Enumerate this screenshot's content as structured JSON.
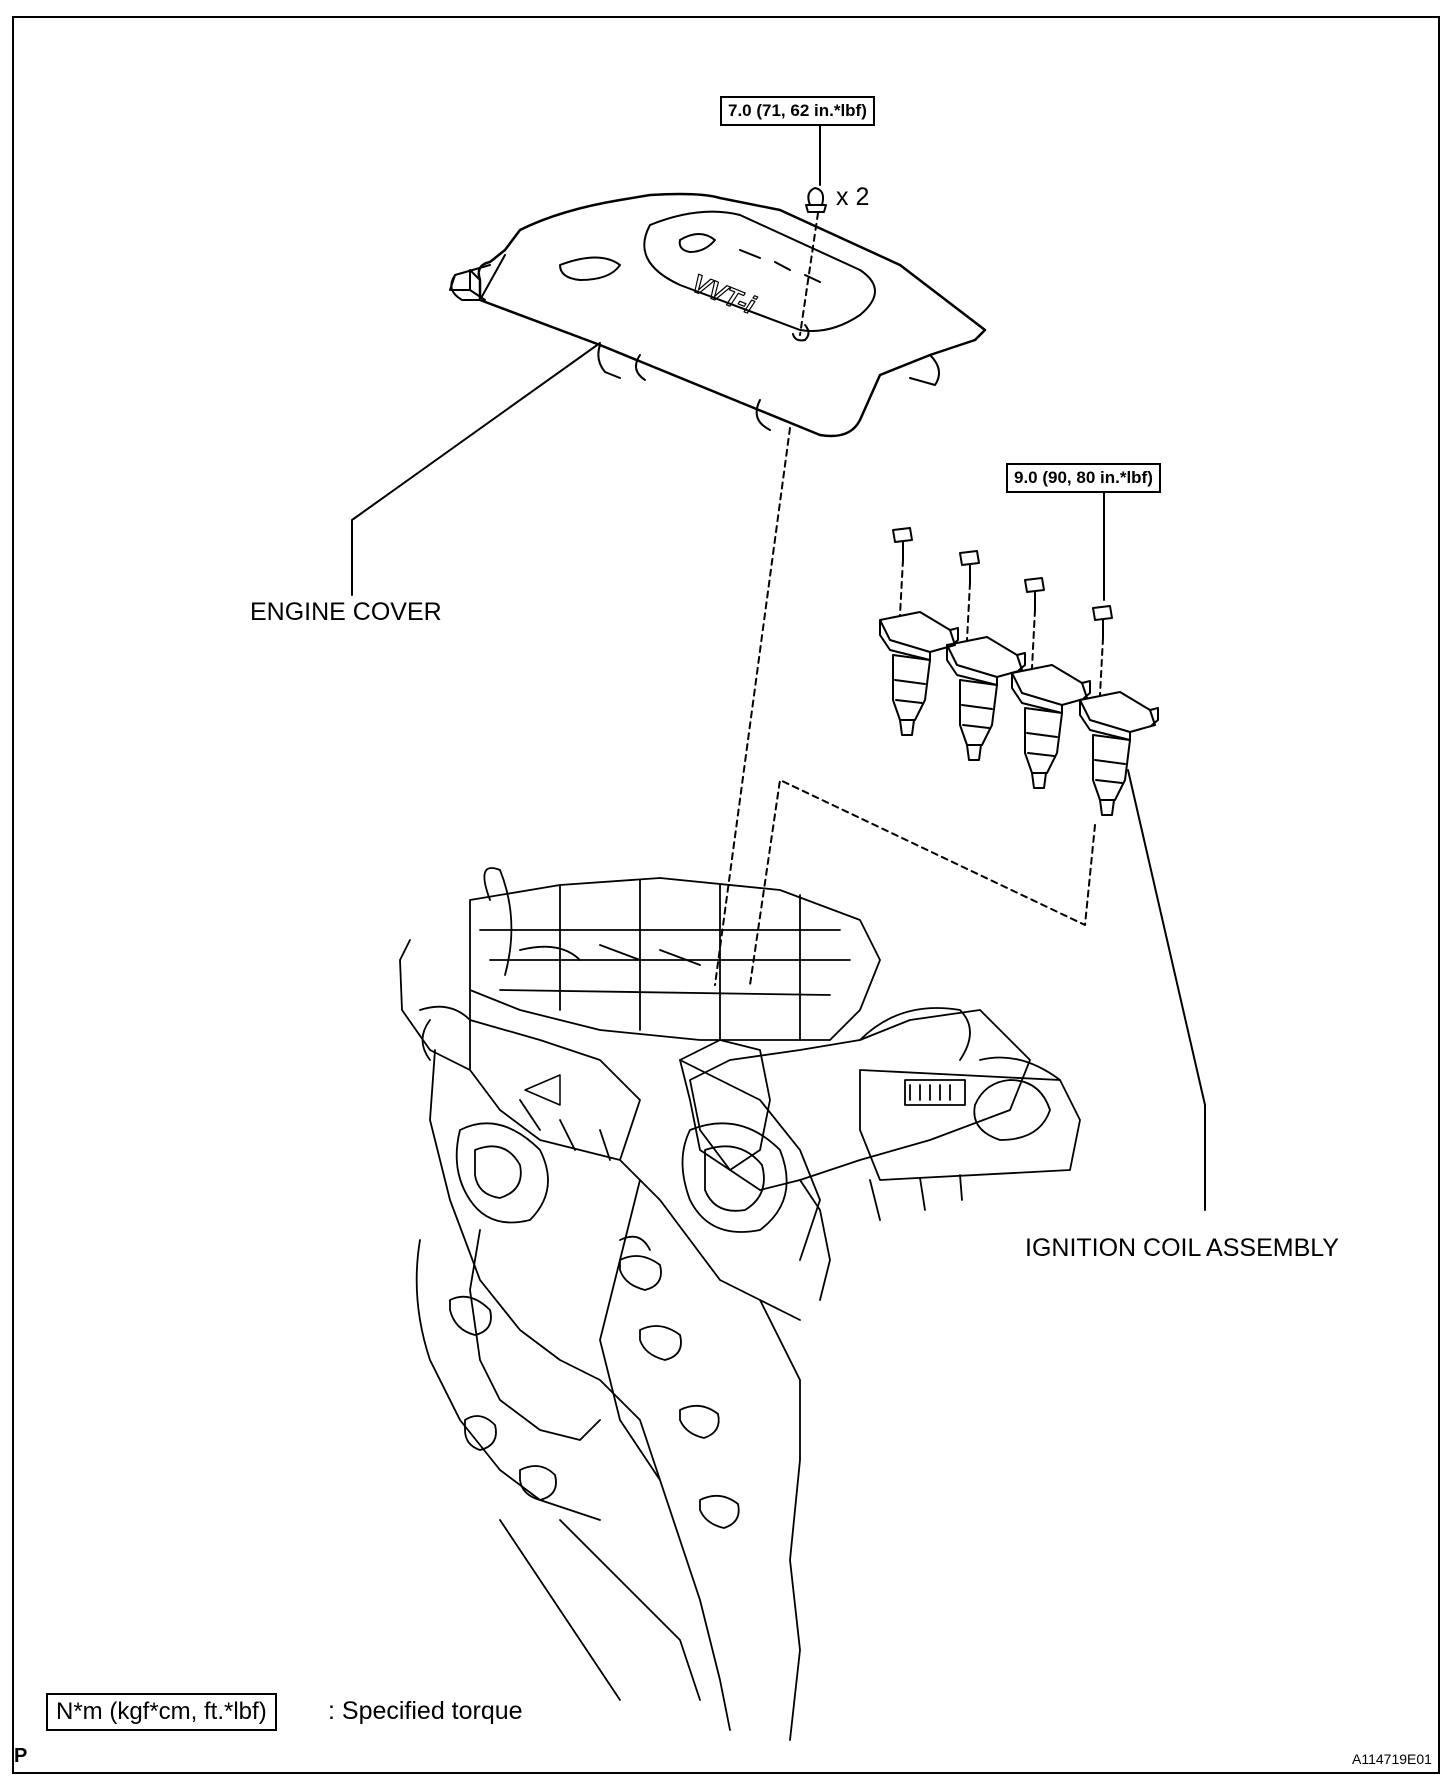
{
  "torque": {
    "engine_cover": "7.0 (71, 62 in.*lbf)",
    "ignition_coil": "9.0 (90, 80 in.*lbf)"
  },
  "quantity_note": "x 2",
  "labels": {
    "engine_cover": "ENGINE COVER",
    "ignition_coil_assembly": "IGNITION COIL ASSEMBLY"
  },
  "legend": {
    "unit_box": "N*m (kgf*cm, ft.*lbf)",
    "description": ": Specified torque"
  },
  "corner": {
    "left": "P",
    "right": "A114719E01"
  },
  "cover_logo": "VVT-i"
}
